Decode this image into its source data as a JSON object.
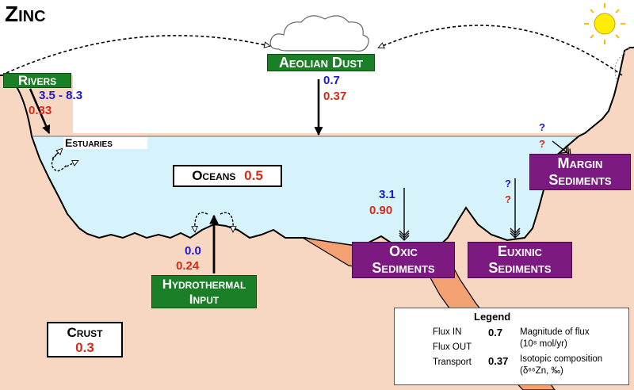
{
  "title": "Zinc",
  "colors": {
    "crust": "#f8d7c2",
    "ocean": "#d6f2fa",
    "sediment_layer": "#f3a173",
    "source_box": "#1a7f26",
    "sink_box": "#7d1a82",
    "flux_magnitude": "#1a1acc",
    "isotopic": "#d62a1a",
    "sun": "#ffee00"
  },
  "icons": [
    "sun-icon",
    "cloud-icon",
    "solid-arrow-icon",
    "triple-arrow-icon",
    "dashed-arrow-icon"
  ],
  "sources": {
    "rivers": {
      "label": "Rivers",
      "flux": "3.5 - 8.3",
      "isotope": "0.33"
    },
    "aeolian": {
      "label": "Aeolian Dust",
      "flux": "0.7",
      "isotope": "0.37"
    },
    "hydrothermal": {
      "label_line1": "Hydrothermal",
      "label_line2": "Input",
      "flux": "0.0",
      "isotope": "0.24"
    }
  },
  "sinks": {
    "oxic": {
      "label_line1": "Oxic",
      "label_line2": "Sediments",
      "flux": "3.1",
      "isotope": "0.90"
    },
    "euxinic": {
      "label_line1": "Euxinic",
      "label_line2": "Sediments",
      "flux": "?",
      "isotope": "?"
    },
    "margin": {
      "label_line1": "Margin",
      "label_line2": "Sediments",
      "flux": "?",
      "isotope": "?"
    }
  },
  "reservoirs": {
    "estuaries": {
      "label": "Estuaries"
    },
    "oceans": {
      "label": "Oceans",
      "isotope": "0.5"
    },
    "crust": {
      "label": "Crust",
      "isotope": "0.3"
    }
  },
  "legend": {
    "title": "Legend",
    "flux_in": "Flux IN",
    "flux_out": "Flux OUT",
    "transport": "Transport",
    "magnitude_example": "0.7",
    "magnitude_label_line1": "Magnitude of flux",
    "magnitude_label_line2": "(10⁸ mol/yr)",
    "isotope_example": "0.37",
    "isotope_label_line1": "Isotopic composition",
    "isotope_label_line2": "(δ⁶⁶Zn, ‰)"
  }
}
